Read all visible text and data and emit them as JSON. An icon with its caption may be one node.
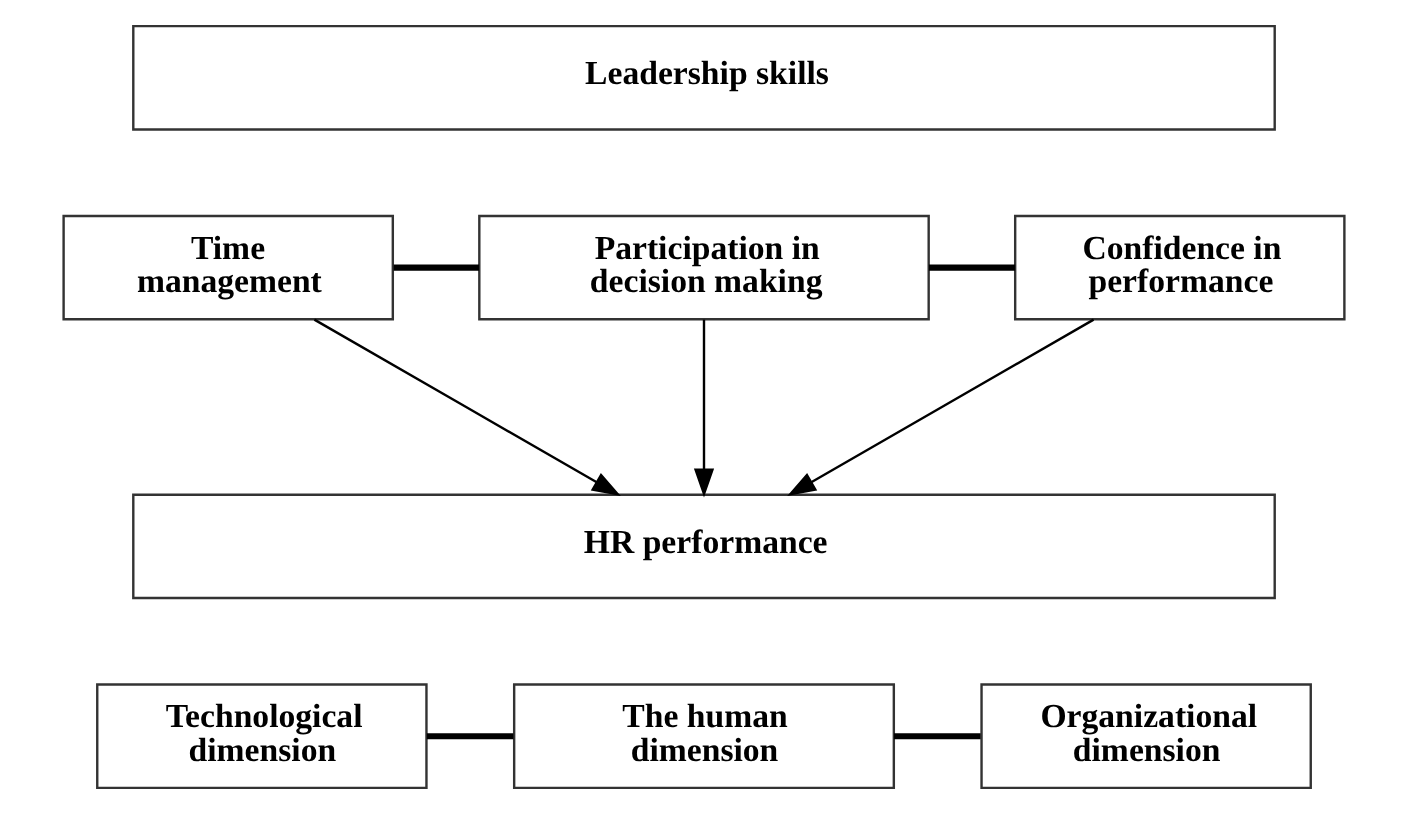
{
  "diagram": {
    "nodes": [
      {
        "text": [
          "Leadership skills"
        ]
      },
      {
        "text": [
          "Time management"
        ]
      },
      {
        "text": [
          "Participation in decision making"
        ]
      },
      {
        "text": [
          "Confidence in performance"
        ]
      },
      {
        "text": [
          "HR performance"
        ]
      },
      {
        "text": [
          "Technological dimension"
        ]
      },
      {
        "text": [
          "The human dimension"
        ]
      },
      {
        "text": [
          "Organizational dimension"
        ]
      }
    ],
    "edges": [
      {
        "from": 1,
        "to": 2,
        "arrow": "none"
      },
      {
        "from": 2,
        "to": 3,
        "arrow": "none"
      },
      {
        "from": 1,
        "to": 4,
        "arrow": "to"
      },
      {
        "from": 2,
        "to": 4,
        "arrow": "to"
      },
      {
        "from": 3,
        "to": 4,
        "arrow": "to"
      },
      {
        "from": 5,
        "to": 6,
        "arrow": "none"
      },
      {
        "from": 6,
        "to": 7,
        "arrow": "none"
      }
    ]
  }
}
